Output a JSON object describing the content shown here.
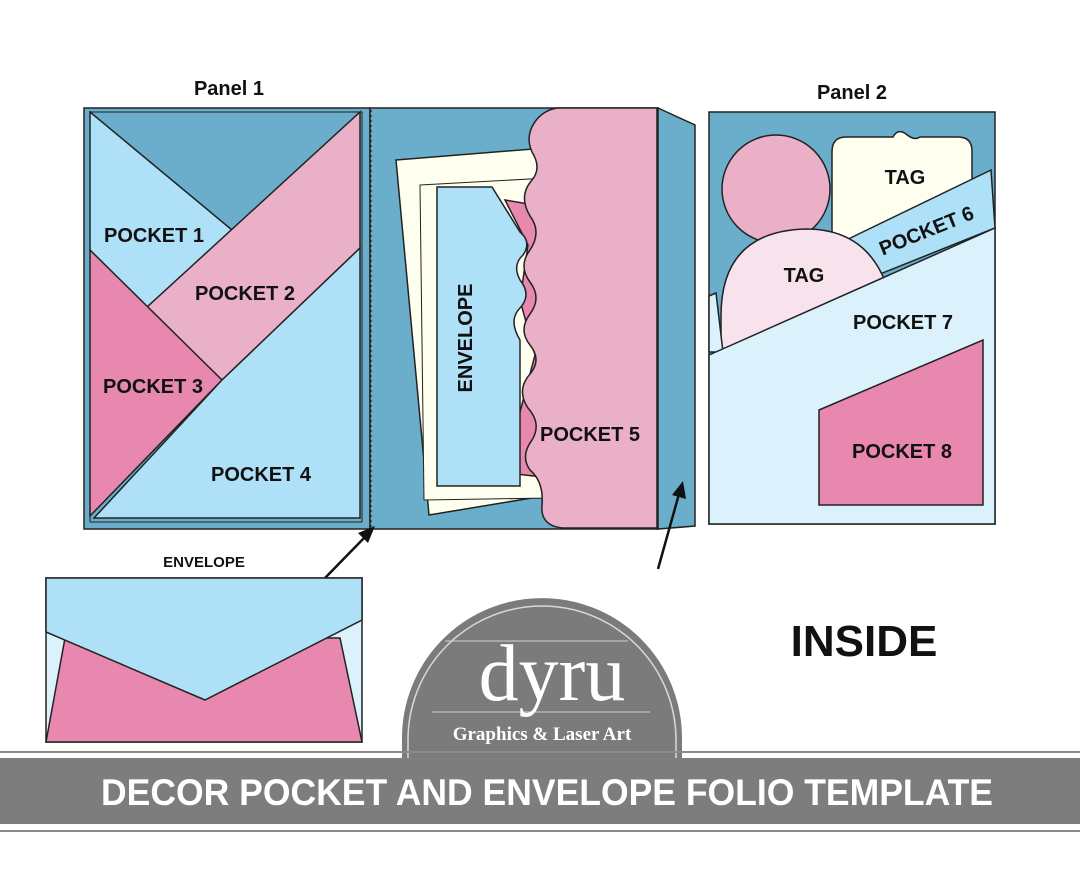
{
  "labels": {
    "panel1": "Panel 1",
    "panel2": "Panel 2",
    "pocket1": "POCKET 1",
    "pocket2": "POCKET 2",
    "pocket3": "POCKET 3",
    "pocket4": "POCKET 4",
    "pocket5": "POCKET 5",
    "pocket6": "POCKET 6",
    "pocket7": "POCKET 7",
    "pocket8": "POCKET 8",
    "envelope_inner": "ENVELOPE",
    "envelope_caption": "ENVELOPE",
    "tag_top": "TAG",
    "tag_round": "TAG",
    "inside": "INSIDE"
  },
  "logo": {
    "wordmark": "dyru",
    "tagline": "Graphics & Laser Art"
  },
  "banner": {
    "title": "DECOR POCKET AND ENVELOPE FOLIO TEMPLATE"
  },
  "colors": {
    "folio_blue": "#6aaecb",
    "light_blue": "#aee0f8",
    "pale_blue": "#dbf1fc",
    "pink": "#eab0c7",
    "dark_pink": "#e888ae",
    "light_pink": "#f8e3ec",
    "cream": "#fffff0",
    "banner_gray": "#7d7d7d",
    "outline": "#222222"
  }
}
